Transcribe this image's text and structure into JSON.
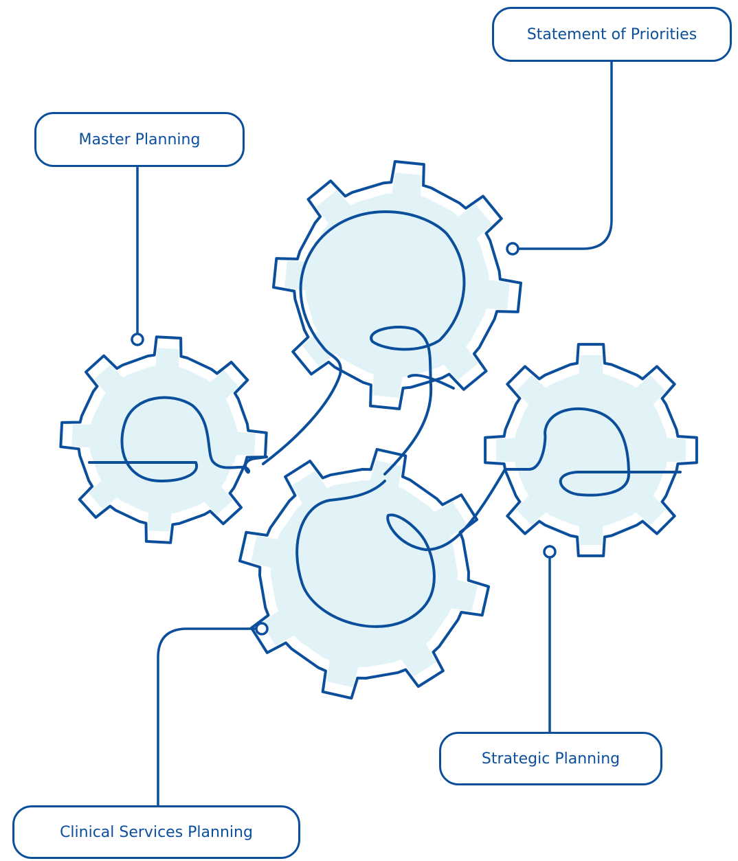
{
  "colors": {
    "stroke": "#0b4f9c",
    "gear_fill": "#e2f3f7",
    "background": "#ffffff"
  },
  "labels": {
    "statement_of_priorities": "Statement of Priorities",
    "master_planning": "Master Planning",
    "strategic_planning": "Strategic Planning",
    "clinical_services_planning": "Clinical Services Planning"
  },
  "gears": [
    {
      "id": "top-center",
      "teeth": 8
    },
    {
      "id": "left",
      "teeth": 8
    },
    {
      "id": "bottom-center",
      "teeth": 8
    },
    {
      "id": "right",
      "teeth": 8
    }
  ]
}
